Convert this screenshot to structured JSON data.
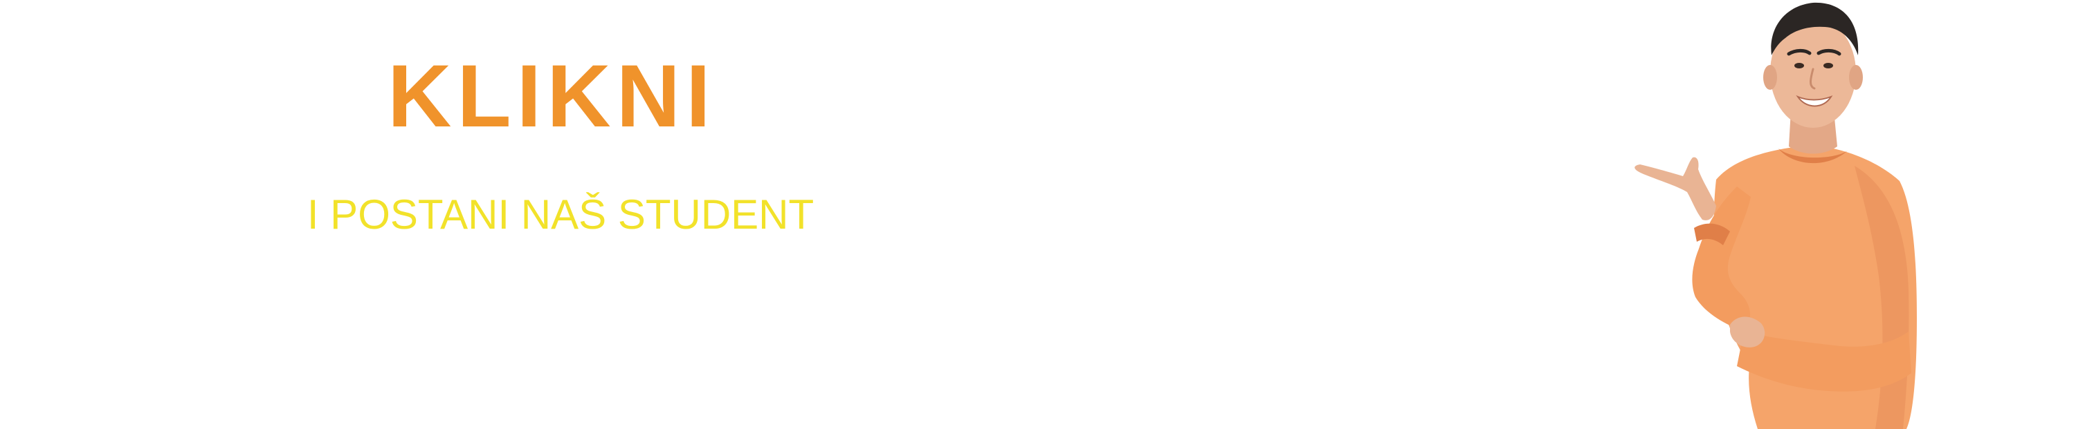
{
  "banner": {
    "headline": "KLIKNI",
    "subline": "I POSTANI NAŠ STUDENT"
  },
  "colors": {
    "headline": "#f0932b",
    "subline": "#f2e22a",
    "background": "#ffffff",
    "sweater": "#f5a46a"
  },
  "icons": {
    "person": "student-pointing-illustration"
  }
}
